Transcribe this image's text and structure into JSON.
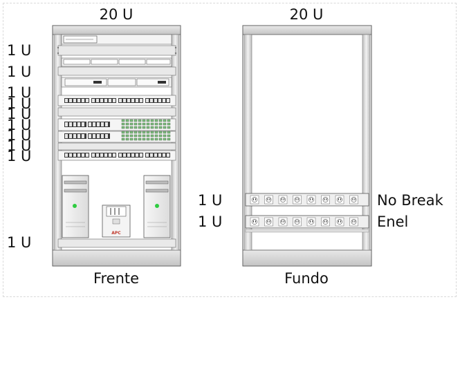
{
  "front_rack": {
    "title": "20 U",
    "caption": "Frente",
    "unit_labels": [
      "1 U",
      "1 U",
      "1 U",
      "1 U",
      "1 U",
      "1 U",
      "1 U",
      "1 U",
      "1 U",
      "1 U"
    ],
    "server_logo_text": "APC"
  },
  "back_rack": {
    "title": "20 U",
    "caption": "Fundo",
    "pdus": [
      {
        "unit_label": "1 U",
        "name": "No Break"
      },
      {
        "unit_label": "1 U",
        "name": "Enel"
      }
    ]
  },
  "colors": {
    "rack_frame": "#d6d6d6",
    "rack_stroke": "#555555",
    "port_panel": "#3a3a3a",
    "power_led": "#2ecc40",
    "ups_logo": "#c0392b"
  }
}
